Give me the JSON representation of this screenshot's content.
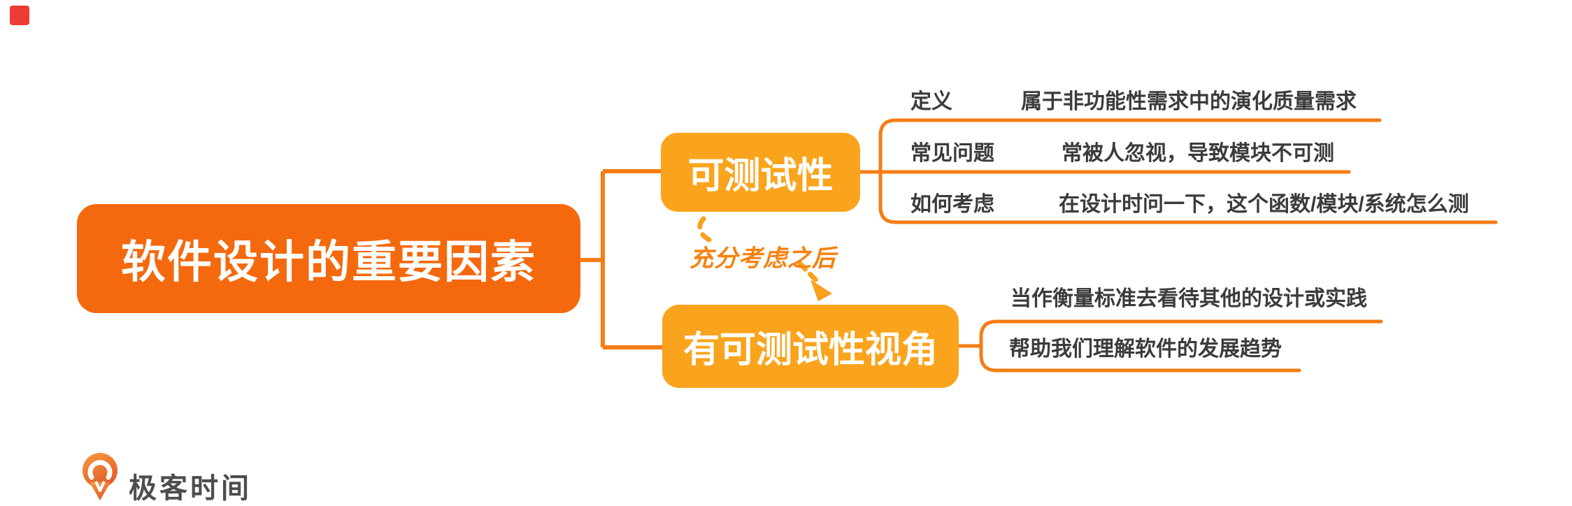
{
  "page": {
    "background": "#FFFFFF",
    "corner_marker_color": "#EE3B33"
  },
  "palette": {
    "root_fill": "#F5690E",
    "branch_fill": "#FAA41D",
    "connector": "#F67C15",
    "annotation_text": "#F6820F",
    "row_text": "#3B3B3B",
    "node_text": "#FFFFFF",
    "logo_text_color": "#4D4D4D",
    "logo_gradient_start": "#F2993B",
    "logo_gradient_end": "#E5562B"
  },
  "mindmap": {
    "root": {
      "label": "软件设计的重要因素"
    },
    "branches": [
      {
        "label": "可测试性",
        "rows": [
          {
            "label": "定义",
            "value": "属于非功能性需求中的演化质量需求"
          },
          {
            "label": "常见问题",
            "value": "常被人忽视，导致模块不可测"
          },
          {
            "label": "如何考虑",
            "value": "在设计时问一下，这个函数/模块/系统怎么测"
          }
        ]
      },
      {
        "label": "有可测试性视角",
        "rows": [
          {
            "value": "当作衡量标准去看待其他的设计或实践"
          },
          {
            "value": "帮助我们理解软件的发展趋势"
          }
        ]
      }
    ],
    "annotation": {
      "label": "充分考虑之后"
    }
  },
  "footer": {
    "logo_text": "极客时间"
  }
}
